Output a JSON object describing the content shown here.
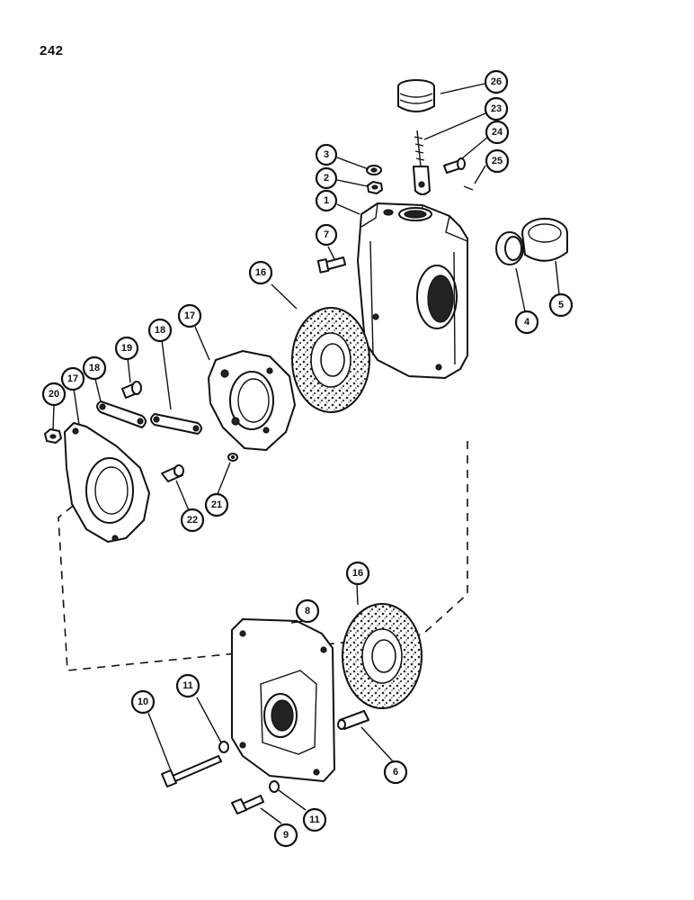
{
  "page": {
    "number": "242"
  },
  "callouts": [
    {
      "label": "26"
    },
    {
      "label": "23"
    },
    {
      "label": "24"
    },
    {
      "label": "25"
    },
    {
      "label": "3"
    },
    {
      "label": "2"
    },
    {
      "label": "1"
    },
    {
      "label": "7"
    },
    {
      "label": "4"
    },
    {
      "label": "5"
    },
    {
      "label": "16"
    },
    {
      "label": "17"
    },
    {
      "label": "18"
    },
    {
      "label": "19"
    },
    {
      "label": "18"
    },
    {
      "label": "17"
    },
    {
      "label": "20"
    },
    {
      "label": "21"
    },
    {
      "label": "22"
    },
    {
      "label": "8"
    },
    {
      "label": "16"
    },
    {
      "label": "10"
    },
    {
      "label": "11"
    },
    {
      "label": "6"
    },
    {
      "label": "9"
    },
    {
      "label": "11"
    }
  ]
}
